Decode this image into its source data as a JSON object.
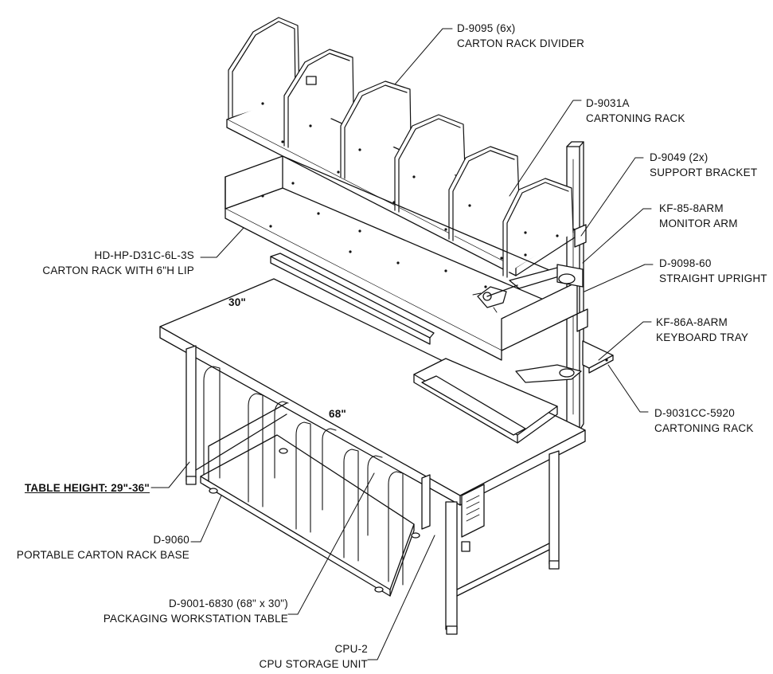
{
  "callouts": {
    "carton_rack_divider": {
      "part": "D-9095 (6x)",
      "name": "CARTON RACK DIVIDER"
    },
    "cartoning_rack_top": {
      "part": "D-9031A",
      "name": "CARTONING RACK"
    },
    "support_bracket": {
      "part": "D-9049 (2x)",
      "name": "SUPPORT BRACKET"
    },
    "monitor_arm": {
      "part": "KF-85-8ARM",
      "name": "MONITOR ARM"
    },
    "straight_upright": {
      "part": "D-9098-60",
      "name": "STRAIGHT UPRIGHT"
    },
    "keyboard_tray": {
      "part": "KF-86A-8ARM",
      "name": "KEYBOARD TRAY"
    },
    "cartoning_rack_side": {
      "part": "D-9031CC-5920",
      "name": "CARTONING RACK"
    },
    "carton_rack_lip": {
      "part": "HD-HP-D31C-6L-3S",
      "name": "CARTON RACK WITH 6\"H LIP"
    },
    "table_height": {
      "text": "TABLE HEIGHT: 29\"-36\""
    },
    "carton_rack_base": {
      "part": "D-9060",
      "name": "PORTABLE CARTON RACK BASE"
    },
    "workstation_table": {
      "part": "D-9001-6830 (68\" x 30\")",
      "name": "PACKAGING WORKSTATION TABLE"
    },
    "cpu_unit": {
      "part": "CPU-2",
      "name": "CPU STORAGE UNIT"
    }
  },
  "dimensions": {
    "depth": "30\"",
    "width": "68\""
  }
}
